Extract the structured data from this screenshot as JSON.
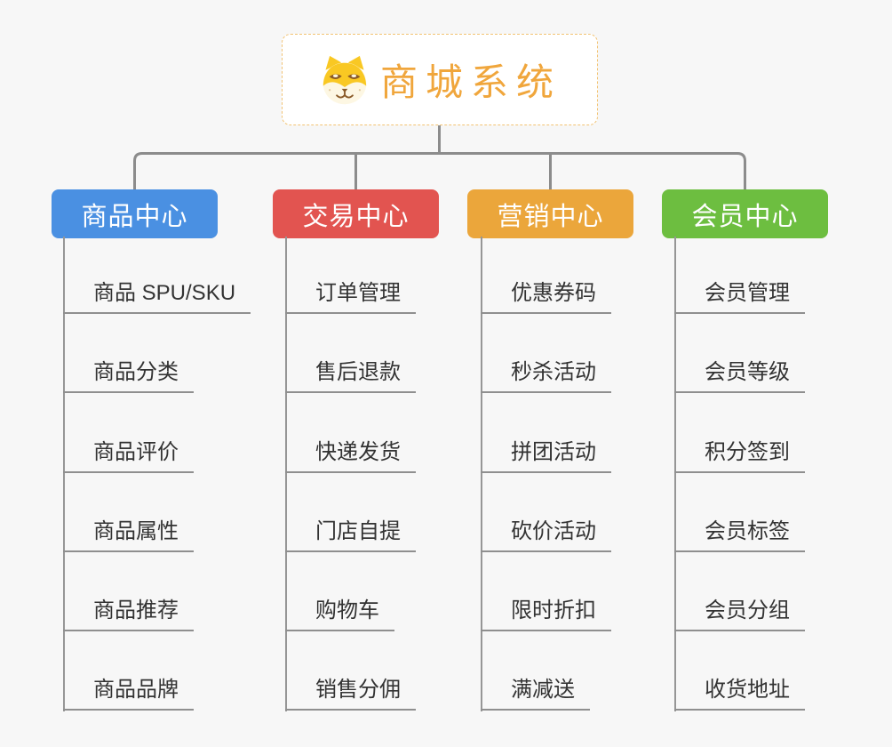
{
  "root": {
    "title": "商城系统",
    "icon": "dog-face-icon"
  },
  "branches": [
    {
      "label": "商品中心",
      "color": "#4a90e2",
      "items": [
        "商品 SPU/SKU",
        "商品分类",
        "商品评价",
        "商品属性",
        "商品推荐",
        "商品品牌"
      ]
    },
    {
      "label": "交易中心",
      "color": "#e25450",
      "items": [
        "订单管理",
        "售后退款",
        "快递发货",
        "门店自提",
        "购物车",
        "销售分佣"
      ]
    },
    {
      "label": "营销中心",
      "color": "#eba63b",
      "items": [
        "优惠券码",
        "秒杀活动",
        "拼团活动",
        "砍价活动",
        "限时折扣",
        "满减送"
      ]
    },
    {
      "label": "会员中心",
      "color": "#6dbe40",
      "items": [
        "会员管理",
        "会员等级",
        "积分签到",
        "会员标签",
        "会员分组",
        "收货地址"
      ]
    }
  ],
  "colors": {
    "background": "#f7f7f7",
    "root_accent": "#f0a63c",
    "root_border": "#f2c373",
    "connector_gray": "#8c8c8c",
    "leaf_text": "#333333"
  }
}
